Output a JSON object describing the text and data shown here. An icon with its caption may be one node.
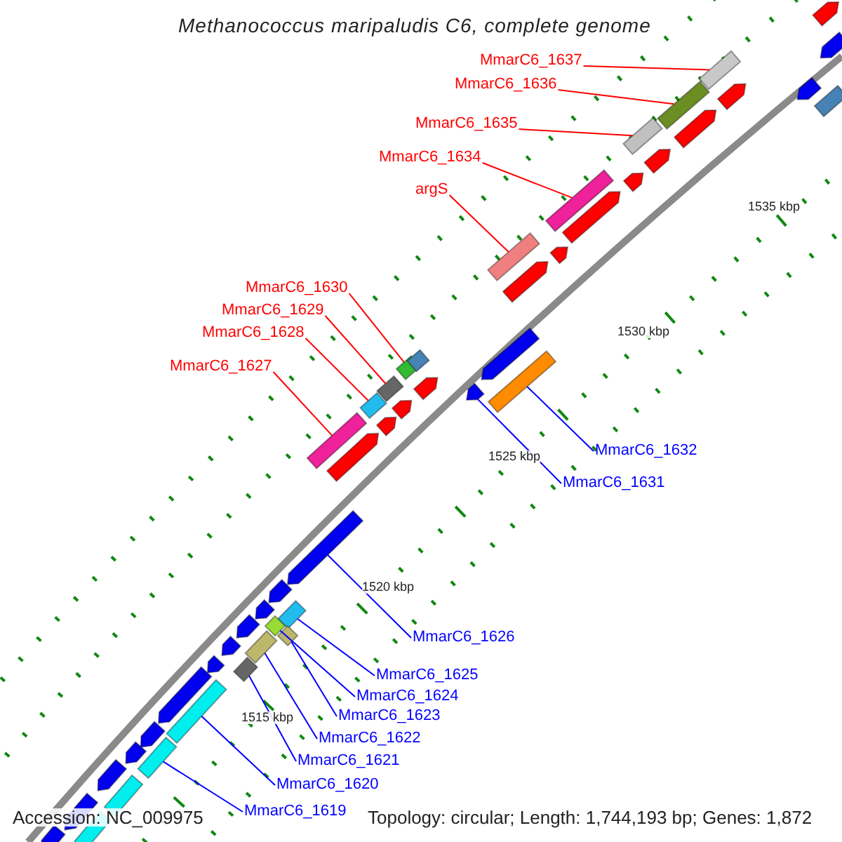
{
  "diagram": {
    "title": "Methanococcus maripaludis C6, complete genome",
    "nodes": [
      {
        "text": [
          "MmarC6_1637"
        ]
      },
      {
        "text": [
          "MmarC6_1636"
        ]
      },
      {
        "text": [
          "MmarC6_1635"
        ]
      },
      {
        "text": [
          "MmarC6_1634"
        ]
      },
      {
        "text": [
          "argS"
        ]
      },
      {
        "text": [
          "MmarC6_1630"
        ]
      },
      {
        "text": [
          "MmarC6_1629"
        ]
      },
      {
        "text": [
          "MmarC6_1628"
        ]
      },
      {
        "text": [
          "MmarC6_1627"
        ]
      },
      {
        "text": [
          "MmarC6_1632"
        ]
      },
      {
        "text": [
          "MmarC6_1631"
        ]
      },
      {
        "text": [
          "MmarC6_1626"
        ]
      },
      {
        "text": [
          "MmarC6_1625"
        ]
      },
      {
        "text": [
          "MmarC6_1624"
        ]
      },
      {
        "text": [
          "MmarC6_1623"
        ]
      },
      {
        "text": [
          "MmarC6_1622"
        ]
      },
      {
        "text": [
          "MmarC6_1621"
        ]
      },
      {
        "text": [
          "MmarC6_1620"
        ]
      },
      {
        "text": [
          "MmarC6_1619"
        ]
      },
      {
        "text": [],
        "shape": "bar"
      },
      {
        "text": [],
        "shape": "bar"
      },
      {
        "text": [],
        "shape": "bar"
      },
      {
        "text": [],
        "shape": "bar"
      },
      {
        "text": [],
        "shape": "bar"
      },
      {
        "text": [],
        "shape": "bar"
      },
      {
        "text": [],
        "shape": "bar"
      },
      {
        "text": [],
        "shape": "bar"
      },
      {
        "text": [],
        "shape": "bar"
      },
      {
        "text": [],
        "shape": "bar"
      },
      {
        "text": [],
        "shape": "arrow"
      },
      {
        "text": [],
        "shape": "arrow"
      },
      {
        "text": [],
        "shape": "bar"
      },
      {
        "text": [],
        "shape": "bar"
      },
      {
        "text": [],
        "shape": "bar"
      },
      {
        "text": [],
        "shape": "bar"
      },
      {
        "text": [],
        "shape": "bar"
      },
      {
        "text": [],
        "shape": "bar"
      },
      {
        "text": [],
        "shape": "bar"
      },
      {
        "text": [],
        "shape": "arrow"
      },
      {
        "text": [],
        "shape": "arrow"
      },
      {
        "text": [],
        "shape": "arrow"
      },
      {
        "text": [],
        "shape": "arrow"
      },
      {
        "text": [],
        "shape": "arrow"
      },
      {
        "text": [],
        "shape": "arrow"
      },
      {
        "text": [],
        "shape": "arrow"
      },
      {
        "text": [],
        "shape": "arrow"
      },
      {
        "text": [],
        "shape": "arrow"
      },
      {
        "text": [],
        "shape": "arrow"
      },
      {
        "text": [],
        "shape": "arrow"
      },
      {
        "text": [],
        "shape": "arrow"
      },
      {
        "text": [],
        "shape": "arrow"
      },
      {
        "text": [],
        "shape": "arrow"
      },
      {
        "text": [],
        "shape": "bar"
      },
      {
        "text": [],
        "shape": "bar"
      },
      {
        "text": [],
        "shape": "arrow"
      },
      {
        "text": [],
        "shape": "arrow"
      },
      {
        "text": [],
        "shape": "arrow"
      },
      {
        "text": [],
        "shape": "arrow"
      },
      {
        "text": [],
        "shape": "arrow"
      },
      {
        "text": [],
        "shape": "arrow"
      },
      {
        "text": [],
        "shape": "arrow"
      },
      {
        "text": [],
        "shape": "arrow"
      },
      {
        "text": [],
        "shape": "arrow"
      },
      {
        "text": [],
        "shape": "arrow"
      },
      {
        "text": [],
        "shape": "arrow"
      },
      {
        "text": [],
        "shape": "arrow"
      },
      {
        "text": [],
        "shape": "bar"
      },
      {
        "text": [],
        "shape": "bar"
      }
    ],
    "edges": [
      {
        "from": 0,
        "to": 19,
        "arrow": "none",
        "color": "#ff0000"
      },
      {
        "from": 1,
        "to": 20,
        "arrow": "none",
        "color": "#ff0000"
      },
      {
        "from": 2,
        "to": 21,
        "arrow": "none",
        "color": "#ff0000"
      },
      {
        "from": 3,
        "to": 22,
        "arrow": "none",
        "color": "#ff0000"
      },
      {
        "from": 4,
        "to": 23,
        "arrow": "none",
        "color": "#ff0000"
      },
      {
        "from": 5,
        "to": 24,
        "arrow": "none",
        "color": "#ff0000"
      },
      {
        "from": 6,
        "to": 25,
        "arrow": "none",
        "color": "#ff0000"
      },
      {
        "from": 7,
        "to": 26,
        "arrow": "none",
        "color": "#ff0000"
      },
      {
        "from": 8,
        "to": 27,
        "arrow": "none",
        "color": "#ff0000"
      },
      {
        "from": 9,
        "to": 28,
        "arrow": "none"
      },
      {
        "from": 10,
        "to": 29,
        "arrow": "none"
      },
      {
        "from": 11,
        "to": 30,
        "arrow": "none"
      },
      {
        "from": 12,
        "to": 31,
        "arrow": "none"
      },
      {
        "from": 13,
        "to": 32,
        "arrow": "none"
      },
      {
        "from": 14,
        "to": 33,
        "arrow": "none"
      },
      {
        "from": 15,
        "to": 34,
        "arrow": "none"
      },
      {
        "from": 16,
        "to": 35,
        "arrow": "none"
      },
      {
        "from": 17,
        "to": 36,
        "arrow": "none"
      },
      {
        "from": 18,
        "to": 37,
        "arrow": "none"
      }
    ],
    "labels": [
      "1535 kbp",
      "1530 kbp",
      "1525 kbp",
      "1520 kbp",
      "1515 kbp",
      "Accession: NC_009975",
      "Topology: circular; Length: 1,744,193 bp; Genes: 1,872"
    ]
  }
}
